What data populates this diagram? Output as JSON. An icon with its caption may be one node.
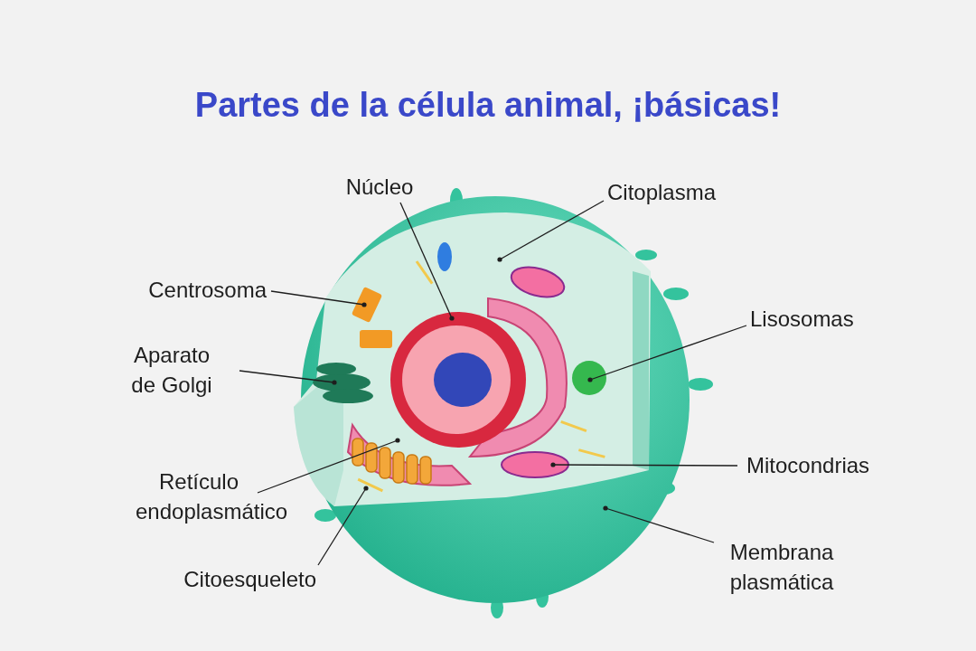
{
  "diagram": {
    "title": "Partes de la célula animal, ¡básicas!",
    "nodes": [
      {
        "text": [
          "Núcleo"
        ]
      },
      {
        "text": [
          "Citoplasma"
        ]
      },
      {
        "text": [
          "Centrosoma"
        ]
      },
      {
        "text": [
          "Lisosomas"
        ]
      },
      {
        "text": [
          "Aparato de Golgi"
        ]
      },
      {
        "text": [
          "Mitocondrias"
        ]
      },
      {
        "text": [
          "Retículo endoplasmático"
        ]
      },
      {
        "text": [
          "Membrana plasmática"
        ]
      },
      {
        "text": [
          "Citoesqueleto"
        ]
      }
    ],
    "edges": [
      {
        "from": 0,
        "to": null,
        "arrow": "other"
      },
      {
        "from": 1,
        "to": null,
        "arrow": "other"
      },
      {
        "from": 2,
        "to": null,
        "arrow": "other"
      },
      {
        "from": 3,
        "to": null,
        "arrow": "other"
      },
      {
        "from": 4,
        "to": null,
        "arrow": "other"
      },
      {
        "from": 5,
        "to": null,
        "arrow": "other"
      },
      {
        "from": 6,
        "to": null,
        "arrow": "other"
      },
      {
        "from": 7,
        "to": null,
        "arrow": "other"
      },
      {
        "from": 8,
        "to": null,
        "arrow": "other"
      }
    ]
  }
}
